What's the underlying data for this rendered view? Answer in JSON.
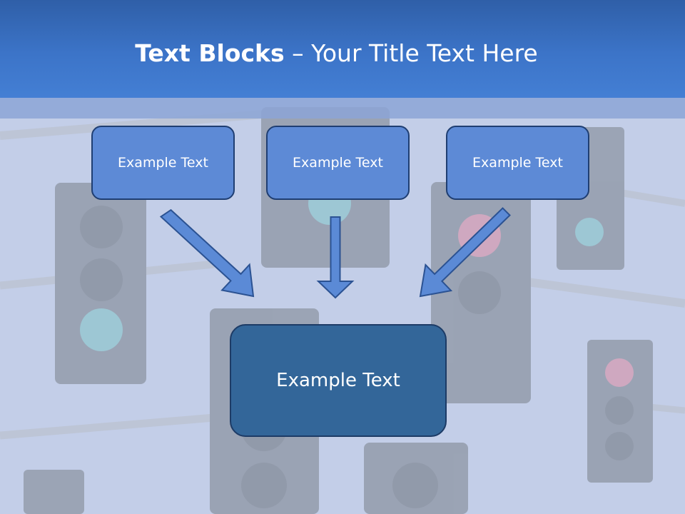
{
  "slide": {
    "title_bold": "Text Blocks",
    "title_rest": " – Your Title Text Here"
  },
  "blocks": [
    {
      "label": "Example Text"
    },
    {
      "label": "Example Text"
    },
    {
      "label": "Example Text"
    }
  ],
  "center_block": {
    "label": "Example Text"
  },
  "background": {
    "subject": "traffic-lights-photo"
  },
  "colors": {
    "header": "#3c74c8",
    "block_fill": "#5d8ad6",
    "center_fill": "#336699",
    "arrow_fill": "#5b8ad6",
    "arrow_stroke": "#2b5292"
  }
}
